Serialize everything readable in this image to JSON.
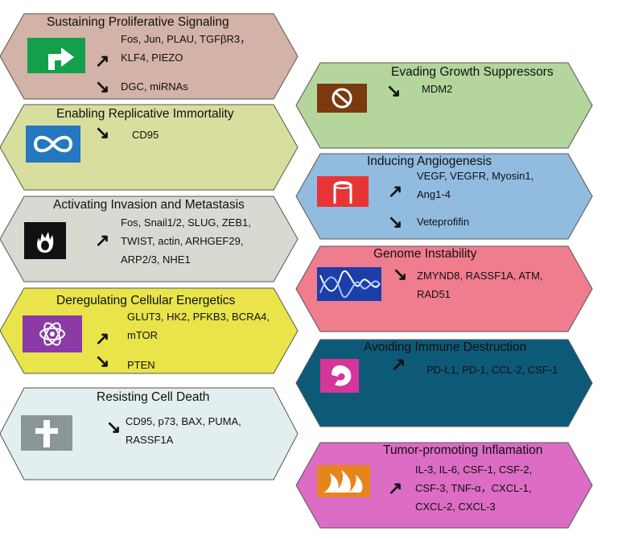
{
  "panels": [
    {
      "id": "p1",
      "title": "Sustaining Proliferative Signaling",
      "icon": "turn-right-arrow-icon",
      "fill": "#d3b2a8",
      "icon_bg": "#14a04a",
      "groups": [
        {
          "direction": "up",
          "lines": [
            "Fos, Jun, PLAU, TGFβR3，",
            "KLF4, PIEZO"
          ]
        },
        {
          "direction": "down",
          "lines": [
            "DGC, miRNAs"
          ]
        }
      ]
    },
    {
      "id": "p2",
      "title": "Enabling Replicative Immortality",
      "icon": "infinity-icon",
      "fill": "#d8df9e",
      "icon_bg": "#2478c0",
      "groups": [
        {
          "direction": "down",
          "lines": [
            "CD95"
          ]
        }
      ]
    },
    {
      "id": "p3",
      "title": "Activating Invasion and Metastasis",
      "icon": "flame-bubble-icon",
      "fill": "#d9d9d1",
      "icon_bg": "#111111",
      "groups": [
        {
          "direction": "up",
          "lines": [
            "Fos, Snail1/2, SLUG, ZEB1,",
            "TWIST, actin, ARHGEF29,",
            "ARP2/3, NHE1"
          ]
        }
      ]
    },
    {
      "id": "p4",
      "title": "Deregulating Cellular Energetics",
      "icon": "atom-icon",
      "fill": "#e8e44a",
      "icon_bg": "#8b3aa6",
      "groups": [
        {
          "direction": "up",
          "lines": [
            "GLUT3, HK2, PFKB3, BCRA4,",
            "mTOR"
          ]
        },
        {
          "direction": "down",
          "lines": [
            "PTEN"
          ]
        }
      ]
    },
    {
      "id": "p5",
      "title": "Resisting Cell Death",
      "icon": "cross-icon",
      "fill": "#e3eeee",
      "icon_bg": "#8b9699",
      "groups": [
        {
          "direction": "down",
          "lines": [
            "CD95, p73, BAX, PUMA,",
            "RASSF1A"
          ]
        }
      ]
    },
    {
      "id": "p6",
      "title": "Evading Growth Suppressors",
      "icon": "prohibited-icon",
      "fill": "#b4d69c",
      "icon_bg": "#7a3a10",
      "groups": [
        {
          "direction": "down",
          "lines": [
            "MDM2"
          ]
        }
      ]
    },
    {
      "id": "p7",
      "title": "Inducing Angiogenesis",
      "icon": "vessel-icon",
      "fill": "#92bbe0",
      "icon_bg": "#e83434",
      "groups": [
        {
          "direction": "up",
          "lines": [
            "VEGF, VEGFR, Myosin1,",
            "Ang1-4"
          ]
        },
        {
          "direction": "down",
          "lines": [
            "Veteprofifin"
          ]
        }
      ]
    },
    {
      "id": "p8",
      "title": "Genome Instability",
      "icon": "dna-icon",
      "fill": "#f07d8e",
      "icon_bg": "#1b3ea8",
      "groups": [
        {
          "direction": "down",
          "lines": [
            "ZMYND8, RASSF1A, ATM,",
            "RAD51"
          ]
        }
      ]
    },
    {
      "id": "p9",
      "title": "Avoiding Immune Destruction",
      "icon": "immune-cell-icon",
      "fill": "#0d5a78",
      "icon_bg": "#d6359a",
      "groups": [
        {
          "direction": "up",
          "lines": [
            "PD-L1, PD-1, CCL-2, CSF-1"
          ]
        }
      ]
    },
    {
      "id": "p10",
      "title": "Tumor-promoting Inflamation",
      "icon": "fire-icon",
      "fill": "#dc6cc4",
      "icon_bg": "#e8841c",
      "groups": [
        {
          "direction": "up",
          "lines": [
            "IL-3, IL-6, CSF-1, CSF-2,",
            "CSF-3, TNF-α，CXCL-1,",
            "CXCL-2, CXCL-3"
          ]
        }
      ]
    }
  ],
  "arrows": {
    "up": "↗",
    "down": "↘"
  }
}
